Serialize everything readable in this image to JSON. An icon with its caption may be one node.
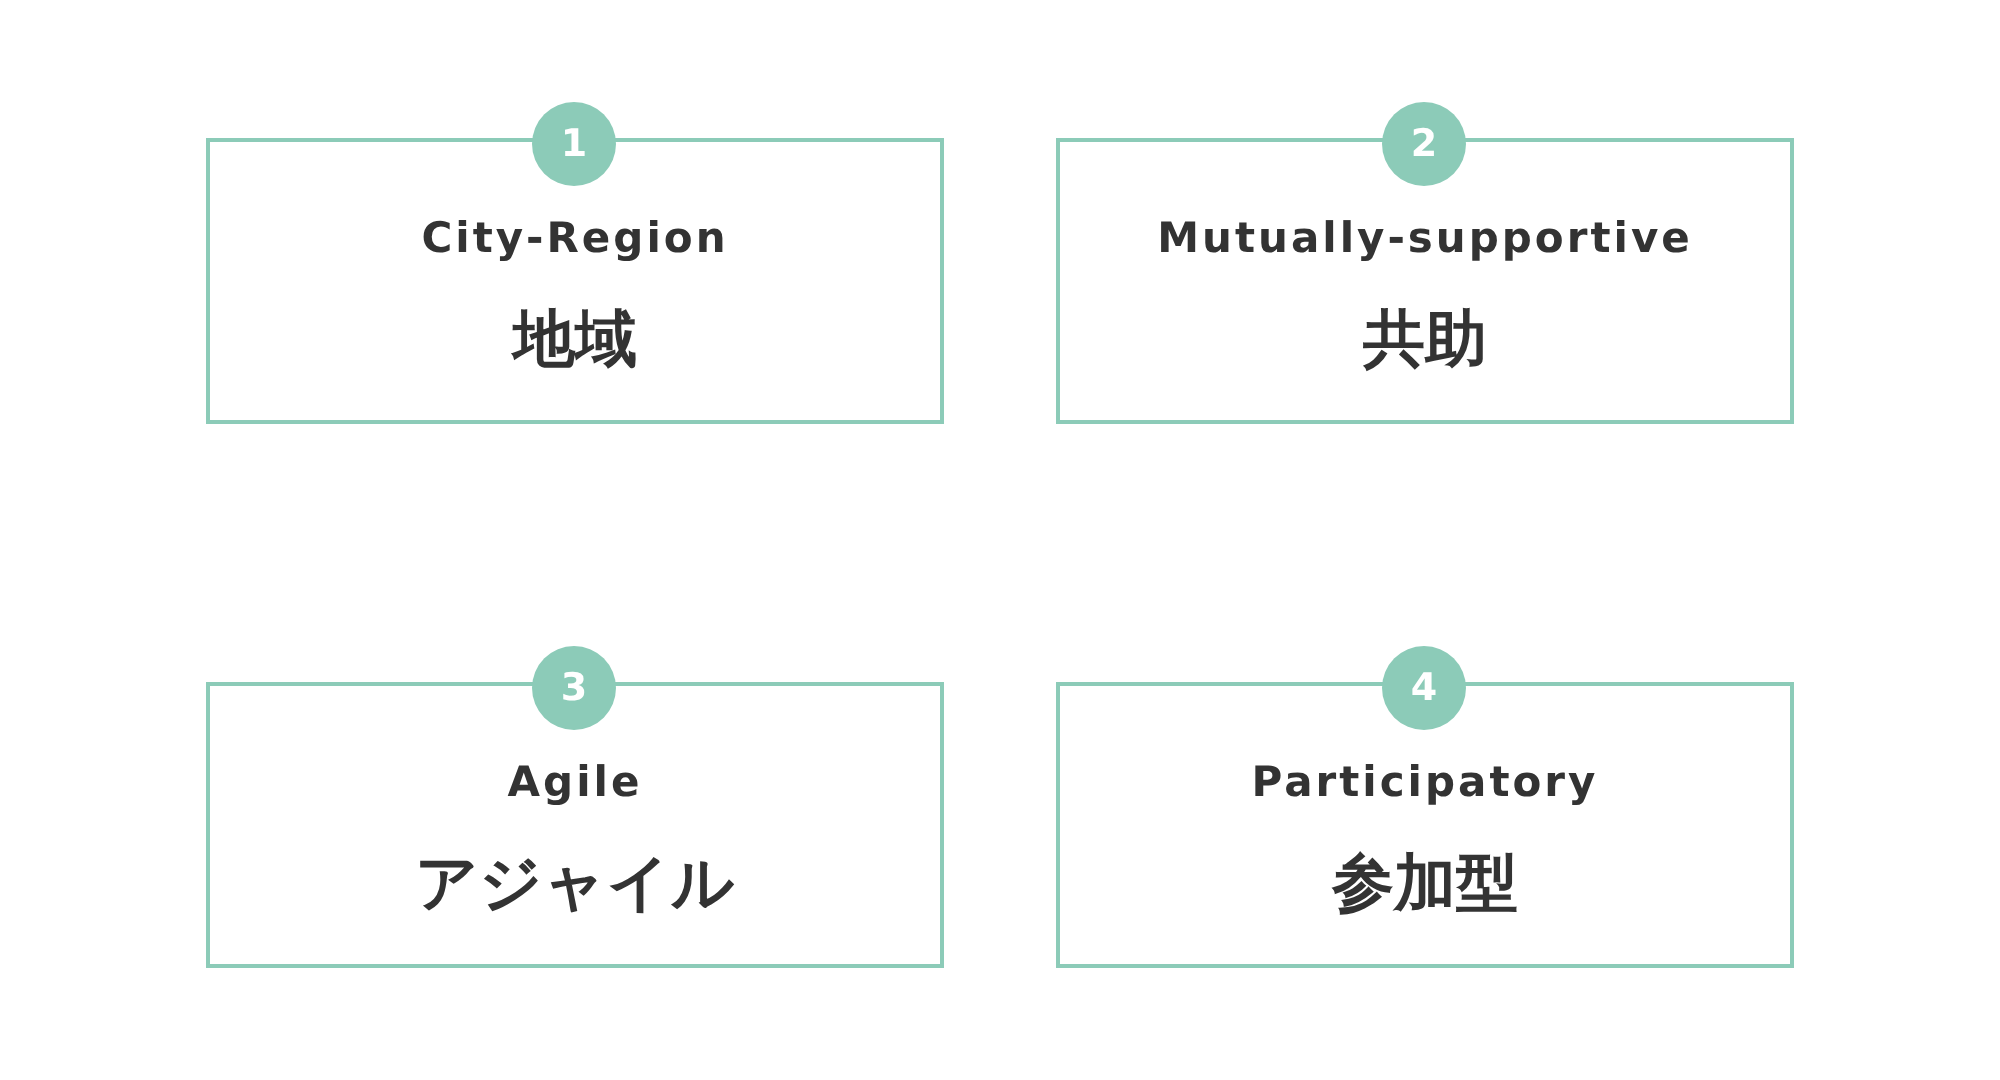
{
  "diagram": {
    "nodes": [
      {
        "text": [
          "1"
        ]
      },
      {
        "text": [
          "City-Region",
          "地域"
        ]
      },
      {
        "text": [
          "2"
        ]
      },
      {
        "text": [
          "Mutually-supportive",
          "共助"
        ]
      },
      {
        "text": [
          "3"
        ]
      },
      {
        "text": [
          "Agile",
          "アジャイル"
        ]
      },
      {
        "text": [
          "4"
        ]
      },
      {
        "text": [
          "Participatory",
          "参加型"
        ]
      }
    ]
  }
}
